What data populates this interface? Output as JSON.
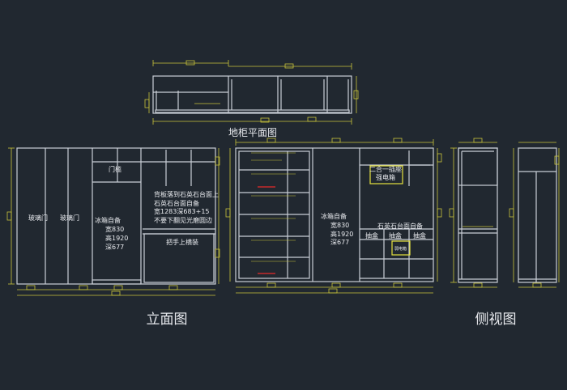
{
  "colors": {
    "background": "#212830",
    "line": "#c9ced6",
    "dimension": "#c9c33a",
    "label": "#e8eaee",
    "note": "#e6e23d",
    "highlight": "#e62a2a"
  },
  "titles": {
    "floor_plan": "地柜平面图",
    "elevation": "立面图",
    "side_view": "侧视图"
  },
  "elevation": {
    "glass_door_1": "玻璃门",
    "glass_door_2": "玻璃门",
    "door_note": "门槛",
    "fridge": "冰箱自备",
    "fridge_width": "宽830",
    "fridge_height": "高1920",
    "fridge_depth": "深677",
    "note_lines": [
      "背板落到石英石台面上",
      "石英石台面自备",
      "宽1283深683+15",
      "不要下翻见光磨圆边"
    ],
    "handle_note": "把手上横装"
  },
  "center": {
    "fridge": "冰箱自备",
    "fridge_width": "宽830",
    "fridge_height": "高1920",
    "fridge_depth": "深677",
    "two_in_one": "二合一插座",
    "power_box": "强电箱",
    "quartz_top": "石英石台面自备",
    "drawer_1": "抽盒",
    "drawer_2": "抽盒",
    "drawer_3": "抽盒",
    "small_box": "弱电箱"
  }
}
